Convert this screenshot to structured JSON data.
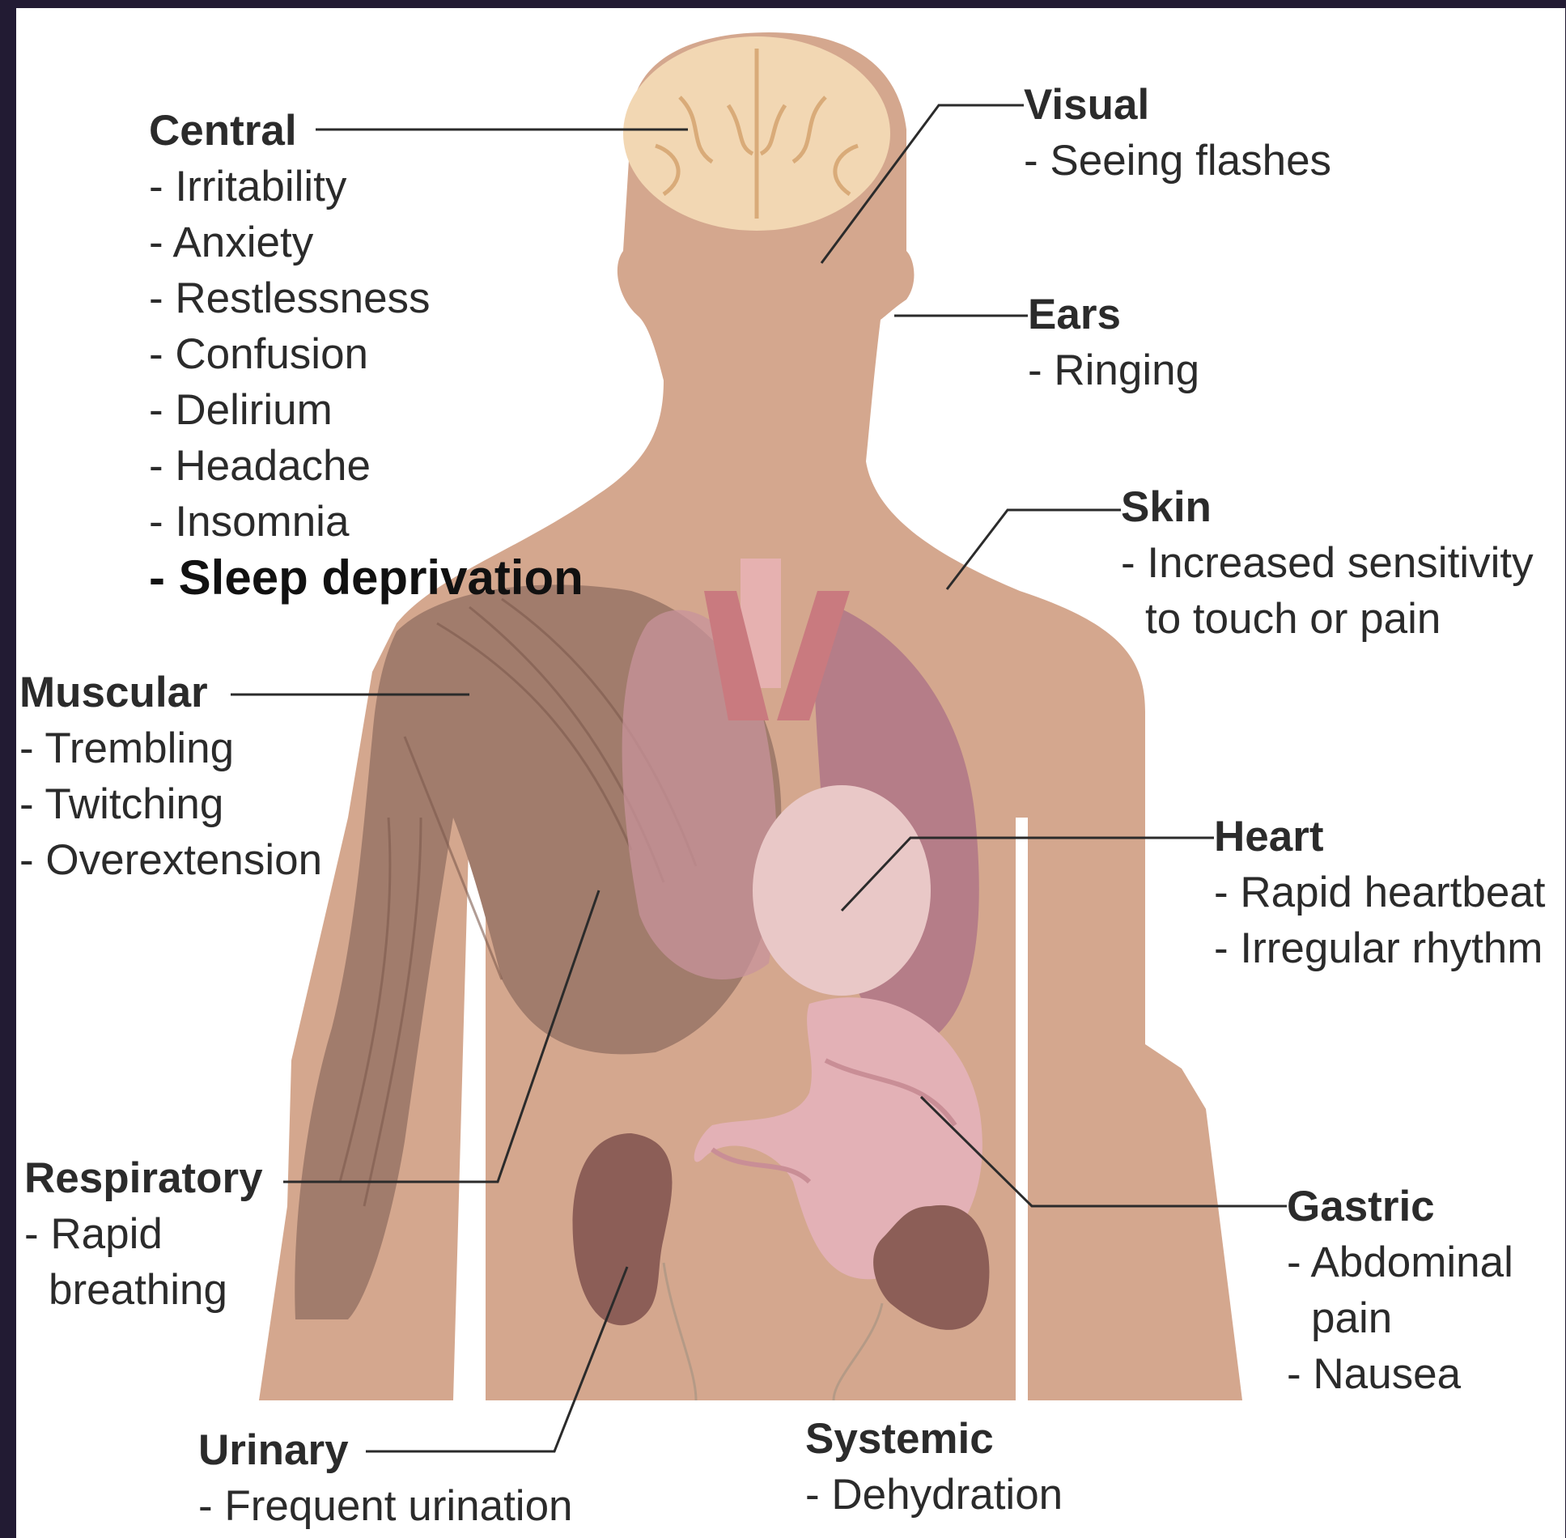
{
  "diagram": {
    "colors": {
      "skin": "#d4a78e",
      "muscle": "#9e7868",
      "organ": "#c98e96",
      "kidney": "#8c5e57",
      "line": "#2b2b2b"
    },
    "labels": {
      "central": {
        "title": "Central",
        "items": [
          "- Irritability",
          "- Anxiety",
          "- Restlessness",
          "- Confusion",
          "- Delirium",
          "- Headache",
          "- Insomnia"
        ],
        "emphasis": "- Sleep deprivation"
      },
      "visual": {
        "title": "Visual",
        "items": [
          "- Seeing flashes"
        ]
      },
      "ears": {
        "title": "Ears",
        "items": [
          "- Ringing"
        ]
      },
      "skin": {
        "title": "Skin",
        "items": [
          "- Increased sensitivity",
          "to touch or pain"
        ]
      },
      "muscular": {
        "title": "Muscular",
        "items": [
          "- Trembling",
          "- Twitching",
          "- Overextension"
        ]
      },
      "heart": {
        "title": "Heart",
        "items": [
          "- Rapid heartbeat",
          "- Irregular rhythm"
        ]
      },
      "respiratory": {
        "title": "Respiratory",
        "items": [
          "- Rapid",
          "breathing"
        ]
      },
      "gastric": {
        "title": "Gastric",
        "items": [
          "- Abdominal",
          "pain",
          "- Nausea"
        ]
      },
      "urinary": {
        "title": "Urinary",
        "items": [
          "- Frequent urination"
        ]
      },
      "systemic": {
        "title": "Systemic",
        "items": [
          "- Dehydration"
        ]
      }
    }
  }
}
